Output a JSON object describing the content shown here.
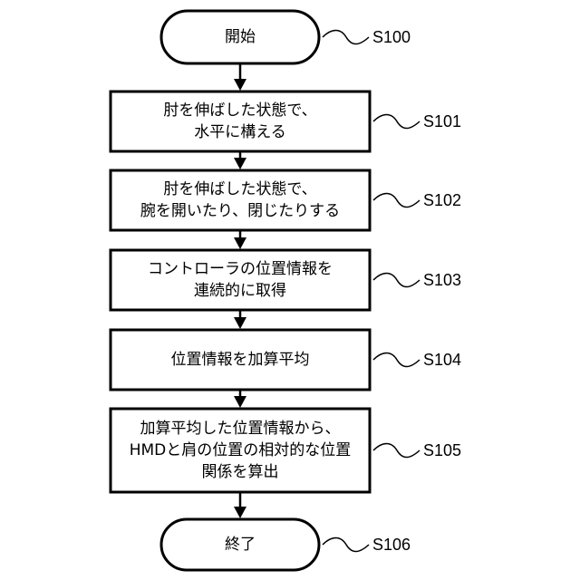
{
  "nodes": [
    {
      "id": "S100",
      "shape": "terminal",
      "label": "S100",
      "lines": [
        "開始"
      ]
    },
    {
      "id": "S101",
      "shape": "process",
      "label": "S101",
      "lines": [
        "肘を伸ばした状態で、",
        "水平に構える"
      ]
    },
    {
      "id": "S102",
      "shape": "process",
      "label": "S102",
      "lines": [
        "肘を伸ばした状態で、",
        "腕を開いたり、閉じたりする"
      ]
    },
    {
      "id": "S103",
      "shape": "process",
      "label": "S103",
      "lines": [
        "コントローラの位置情報を",
        "連続的に取得"
      ]
    },
    {
      "id": "S104",
      "shape": "process",
      "label": "S104",
      "lines": [
        "位置情報を加算平均"
      ]
    },
    {
      "id": "S105",
      "shape": "process",
      "label": "S105",
      "lines": [
        "加算平均した位置情報から、",
        "HMDと肩の位置の相対的な位置",
        "関係を算出"
      ]
    },
    {
      "id": "S106",
      "shape": "terminal",
      "label": "S106",
      "lines": [
        "終了"
      ]
    }
  ],
  "edges": [
    [
      "S100",
      "S101"
    ],
    [
      "S101",
      "S102"
    ],
    [
      "S102",
      "S103"
    ],
    [
      "S103",
      "S104"
    ],
    [
      "S104",
      "S105"
    ],
    [
      "S105",
      "S106"
    ]
  ]
}
